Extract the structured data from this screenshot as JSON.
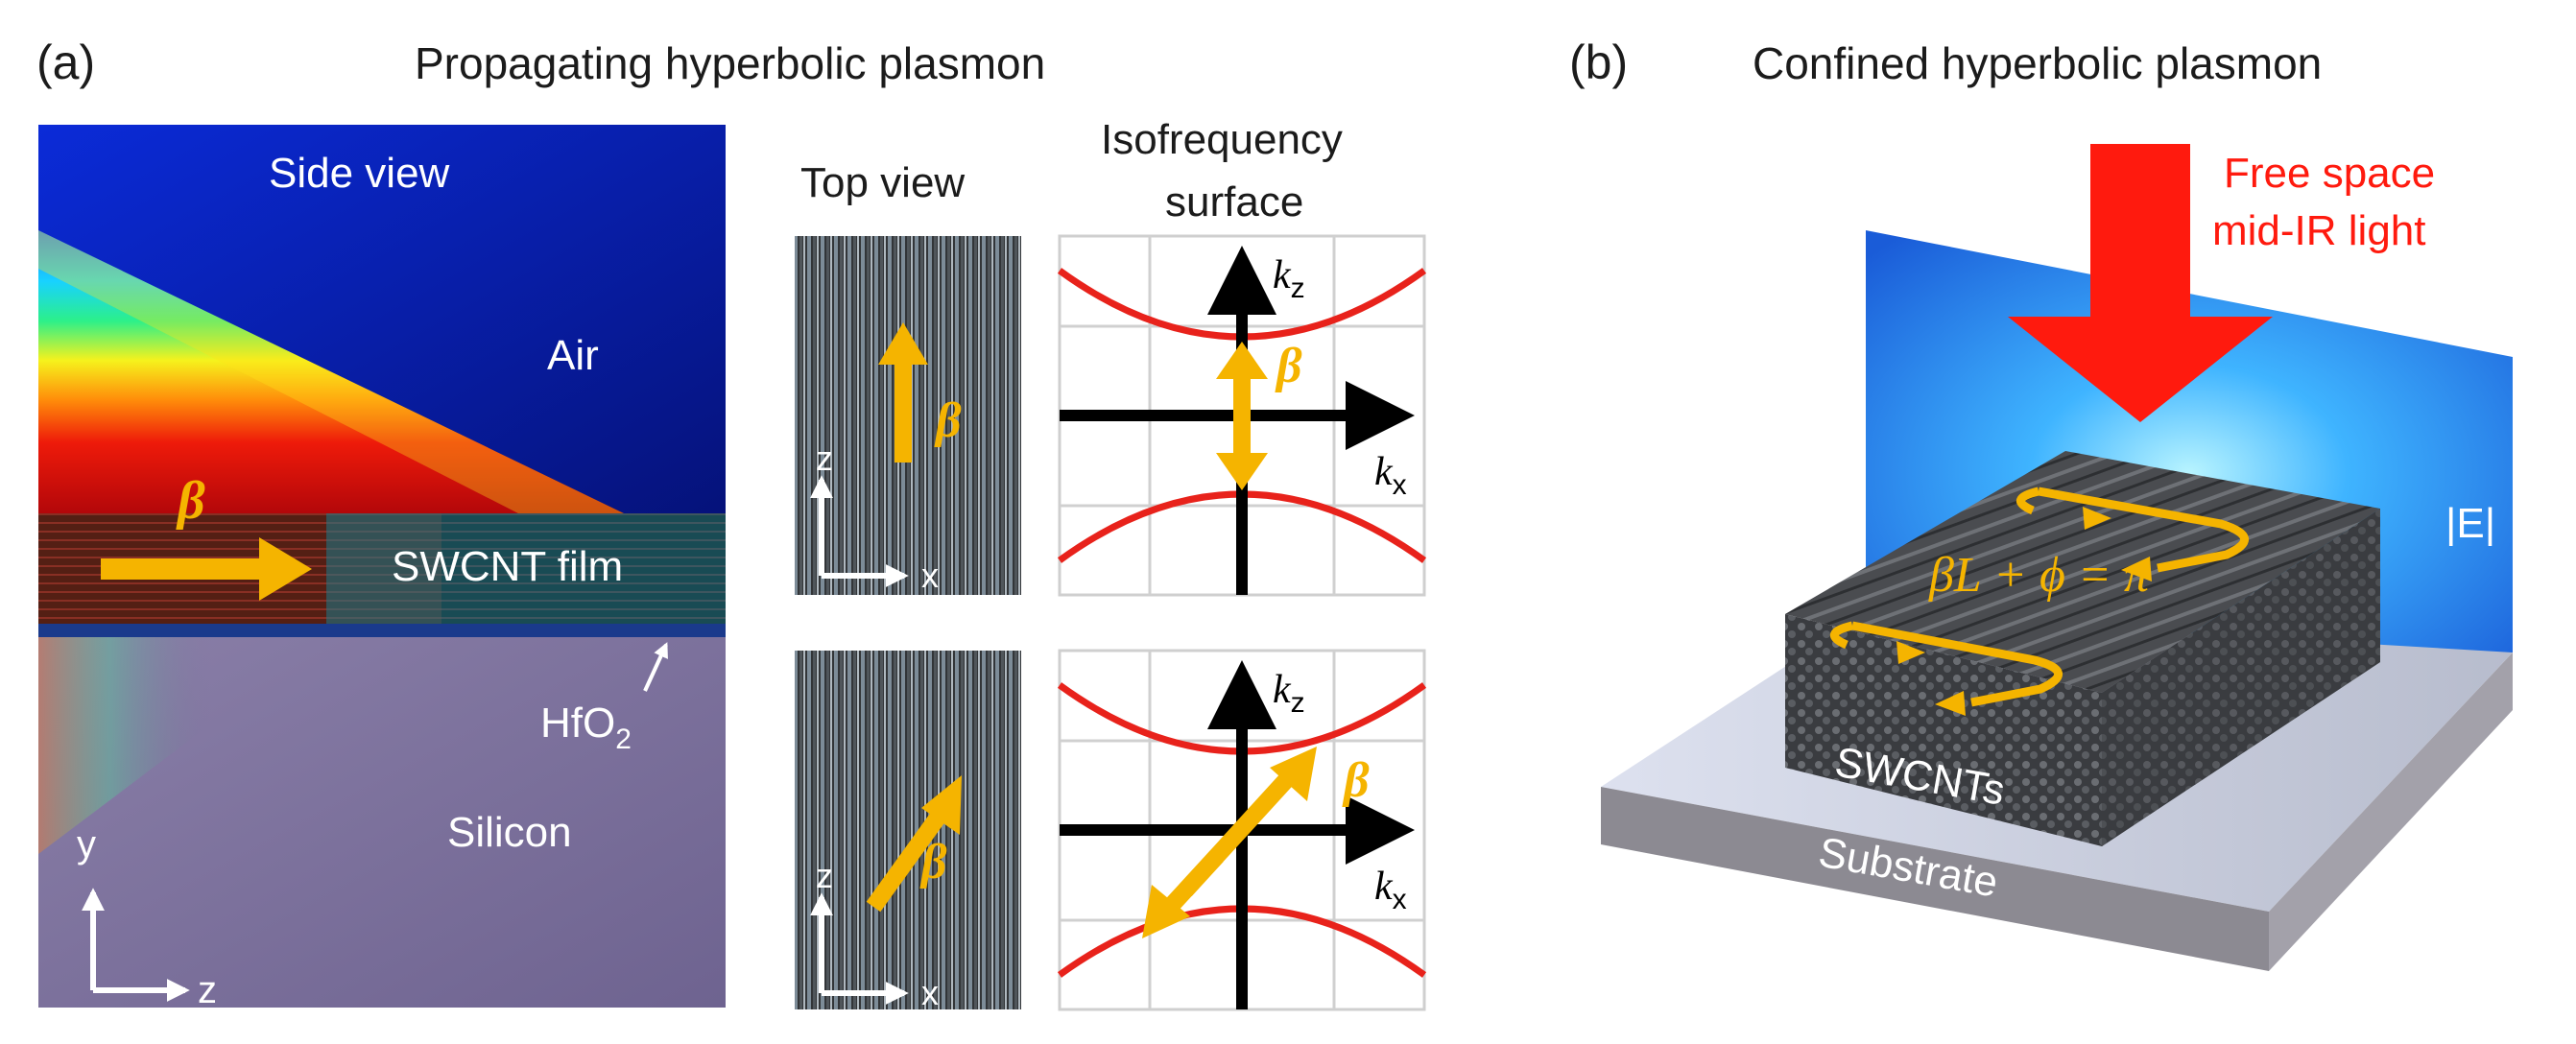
{
  "panel_a": {
    "label": "(a)",
    "title": "Propagating hyperbolic plasmon",
    "side_view": {
      "title": "Side view",
      "air_label": "Air",
      "film_label": "SWCNT film",
      "oxide_label_main": "HfO",
      "oxide_label_sub": "2",
      "substrate_label": "Silicon",
      "beta": "β",
      "axis_y": "y",
      "axis_z": "z"
    },
    "top_view": {
      "title": "Top view",
      "beta": "β",
      "axis_z": "z",
      "axis_x": "x"
    },
    "isofrequency": {
      "title_line1": "Isofrequency",
      "title_line2": "surface",
      "kz_main": "k",
      "kz_sub": "z",
      "kx_main": "k",
      "kx_sub": "x",
      "beta": "β"
    }
  },
  "panel_b": {
    "label": "(b)",
    "title": "Confined hyperbolic plasmon",
    "light_line1": "Free space",
    "light_line2": "mid-IR light",
    "field_label": "|E|",
    "resonance_condition": "βL + ϕ = π",
    "block_label": "SWCNTs",
    "substrate_label": "Substrate"
  },
  "colors": {
    "arrow_orange": "#F5B400",
    "curve_red": "#E8221B",
    "light_red": "#FF1A0E",
    "air_blue": "#0A1AB8",
    "silicon_purple": "#7C6E9A"
  }
}
